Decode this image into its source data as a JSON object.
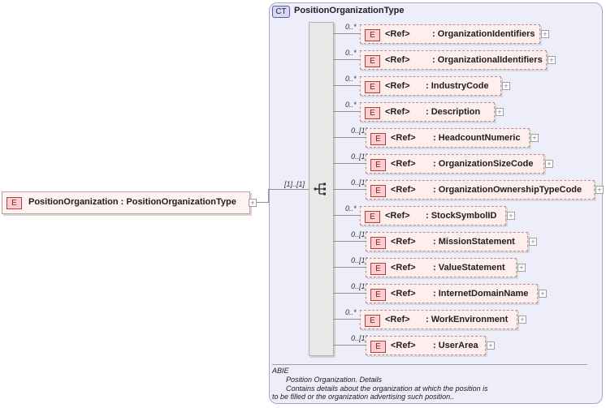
{
  "complex_type": {
    "badge": "CT",
    "name": "PositionOrganizationType"
  },
  "root": {
    "badge": "E",
    "label": "PositionOrganization  : PositionOrganizationType",
    "cardinality": "[1]..[1]"
  },
  "children": [
    {
      "cardinality": "0..*",
      "badge": "E",
      "ref": "<Ref>",
      "name": ": OrganizationIdentifiers"
    },
    {
      "cardinality": "0..*",
      "badge": "E",
      "ref": "<Ref>",
      "name": ": OrganizationalIdentifiers"
    },
    {
      "cardinality": "0..*",
      "badge": "E",
      "ref": "<Ref>",
      "name": ": IndustryCode"
    },
    {
      "cardinality": "0..*",
      "badge": "E",
      "ref": "<Ref>",
      "name": ": Description"
    },
    {
      "cardinality": "0..[1]",
      "badge": "E",
      "ref": "<Ref>",
      "name": ": HeadcountNumeric"
    },
    {
      "cardinality": "0..[1]",
      "badge": "E",
      "ref": "<Ref>",
      "name": ": OrganizationSizeCode"
    },
    {
      "cardinality": "0..[1]",
      "badge": "E",
      "ref": "<Ref>",
      "name": ": OrganizationOwnershipTypeCode"
    },
    {
      "cardinality": "0..*",
      "badge": "E",
      "ref": "<Ref>",
      "name": ": StockSymbolID"
    },
    {
      "cardinality": "0..[1]",
      "badge": "E",
      "ref": "<Ref>",
      "name": ": MissionStatement"
    },
    {
      "cardinality": "0..[1]",
      "badge": "E",
      "ref": "<Ref>",
      "name": ": ValueStatement"
    },
    {
      "cardinality": "0..[1]",
      "badge": "E",
      "ref": "<Ref>",
      "name": ": InternetDomainName"
    },
    {
      "cardinality": "0..*",
      "badge": "E",
      "ref": "<Ref>",
      "name": ": WorkEnvironment"
    },
    {
      "cardinality": "0..[1]",
      "badge": "E",
      "ref": "<Ref>",
      "name": ": UserArea"
    }
  ],
  "annotation": {
    "title": "ABIE",
    "line1": "Position Organization. Details",
    "line2": "Contains details about the organization at which the position is",
    "line3": "to be filled or the organization advertising such position.."
  }
}
